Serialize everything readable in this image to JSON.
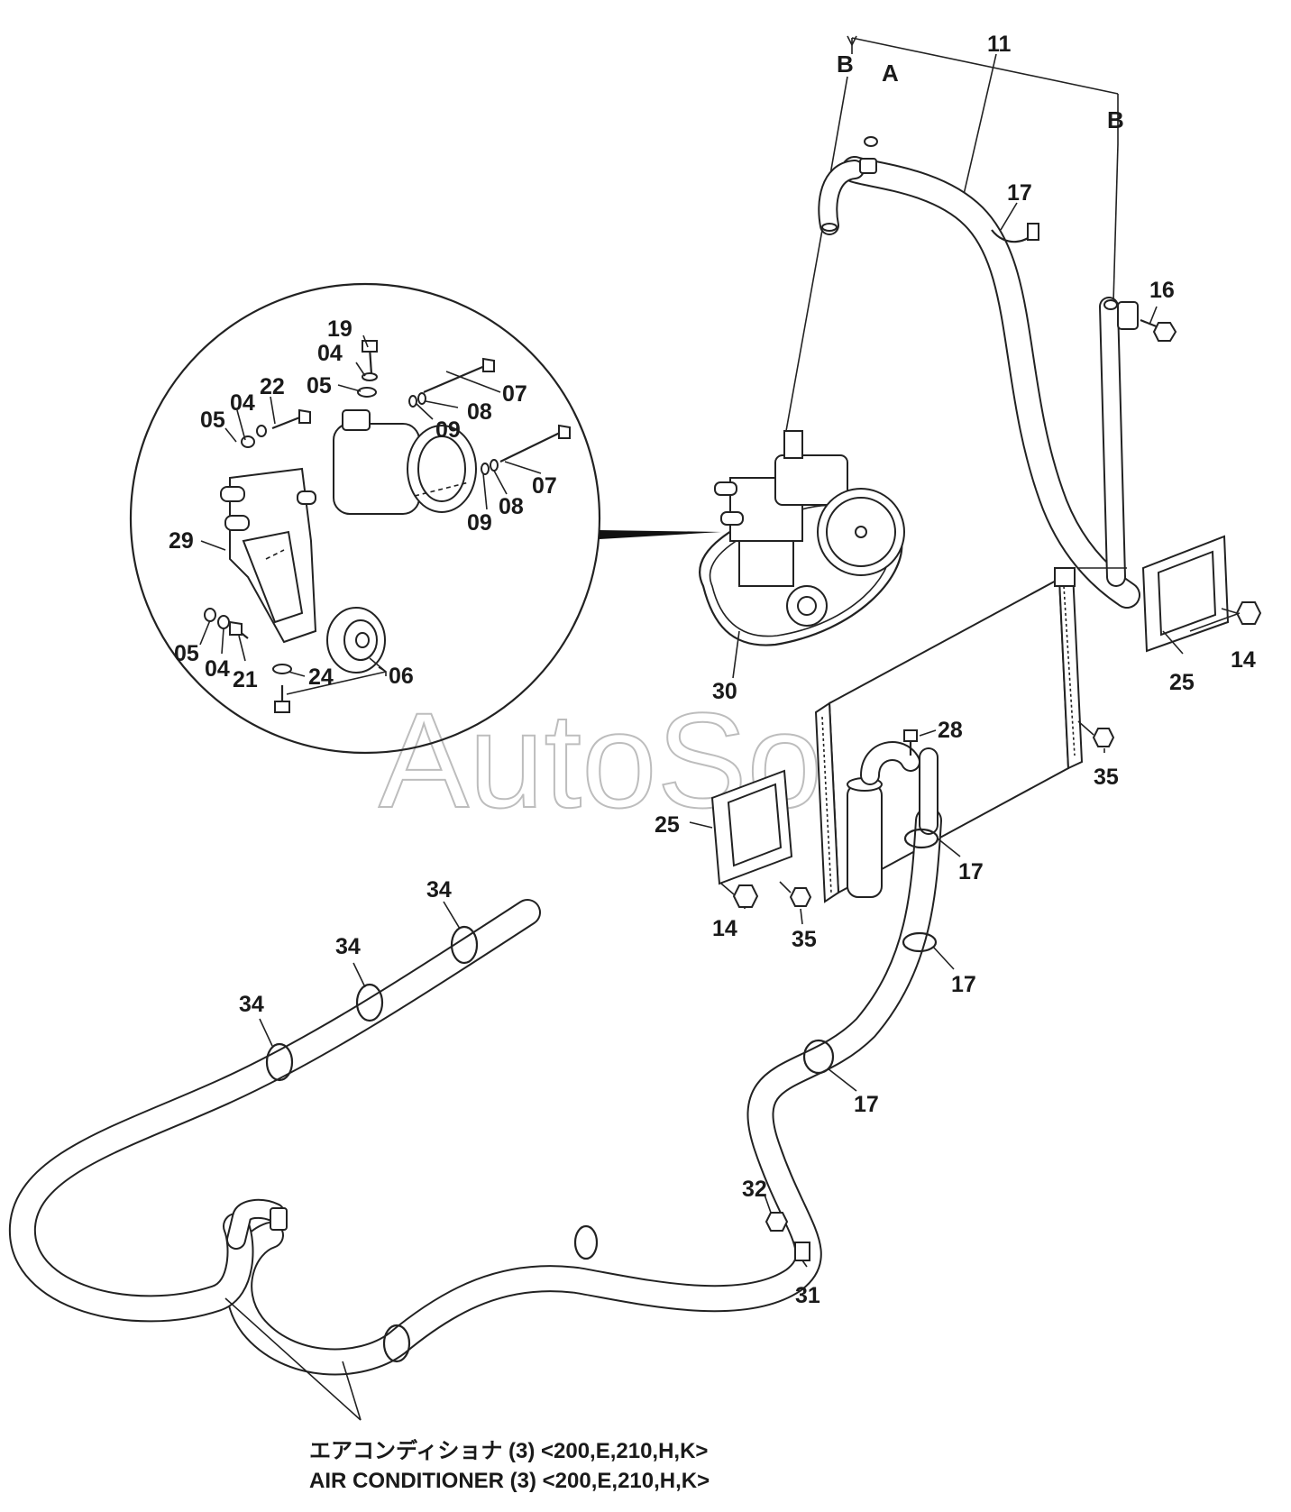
{
  "watermark": "AutoSoft",
  "caption": {
    "line_jp": "エアコンディショナ (3) <200,E,210,H,K>",
    "line_en": "AIR CONDITIONER (3) <200,E,210,H,K>"
  },
  "section_letters": {
    "a": "A",
    "b_left": "B",
    "b_right": "B"
  },
  "callouts": {
    "c11": "11",
    "c17a": "17",
    "c16": "16",
    "c19": "19",
    "c04a": "04",
    "c05a": "05",
    "c07a": "07",
    "c22": "22",
    "c04b": "04",
    "c05b": "05",
    "c09a": "09",
    "c08a": "08",
    "c09b": "09",
    "c08b": "08",
    "c07b": "07",
    "c29": "29",
    "c05c": "05",
    "c04c": "04",
    "c21": "21",
    "c24": "24",
    "c06": "06",
    "c30": "30",
    "c14a": "14",
    "c25a": "25",
    "c28": "28",
    "c35a": "35",
    "c25b": "25",
    "c17b": "17",
    "c14b": "14",
    "c35b": "35",
    "c17c": "17",
    "c34a": "34",
    "c34b": "34",
    "c34c": "34",
    "c17d": "17",
    "c32": "32",
    "c31": "31"
  }
}
